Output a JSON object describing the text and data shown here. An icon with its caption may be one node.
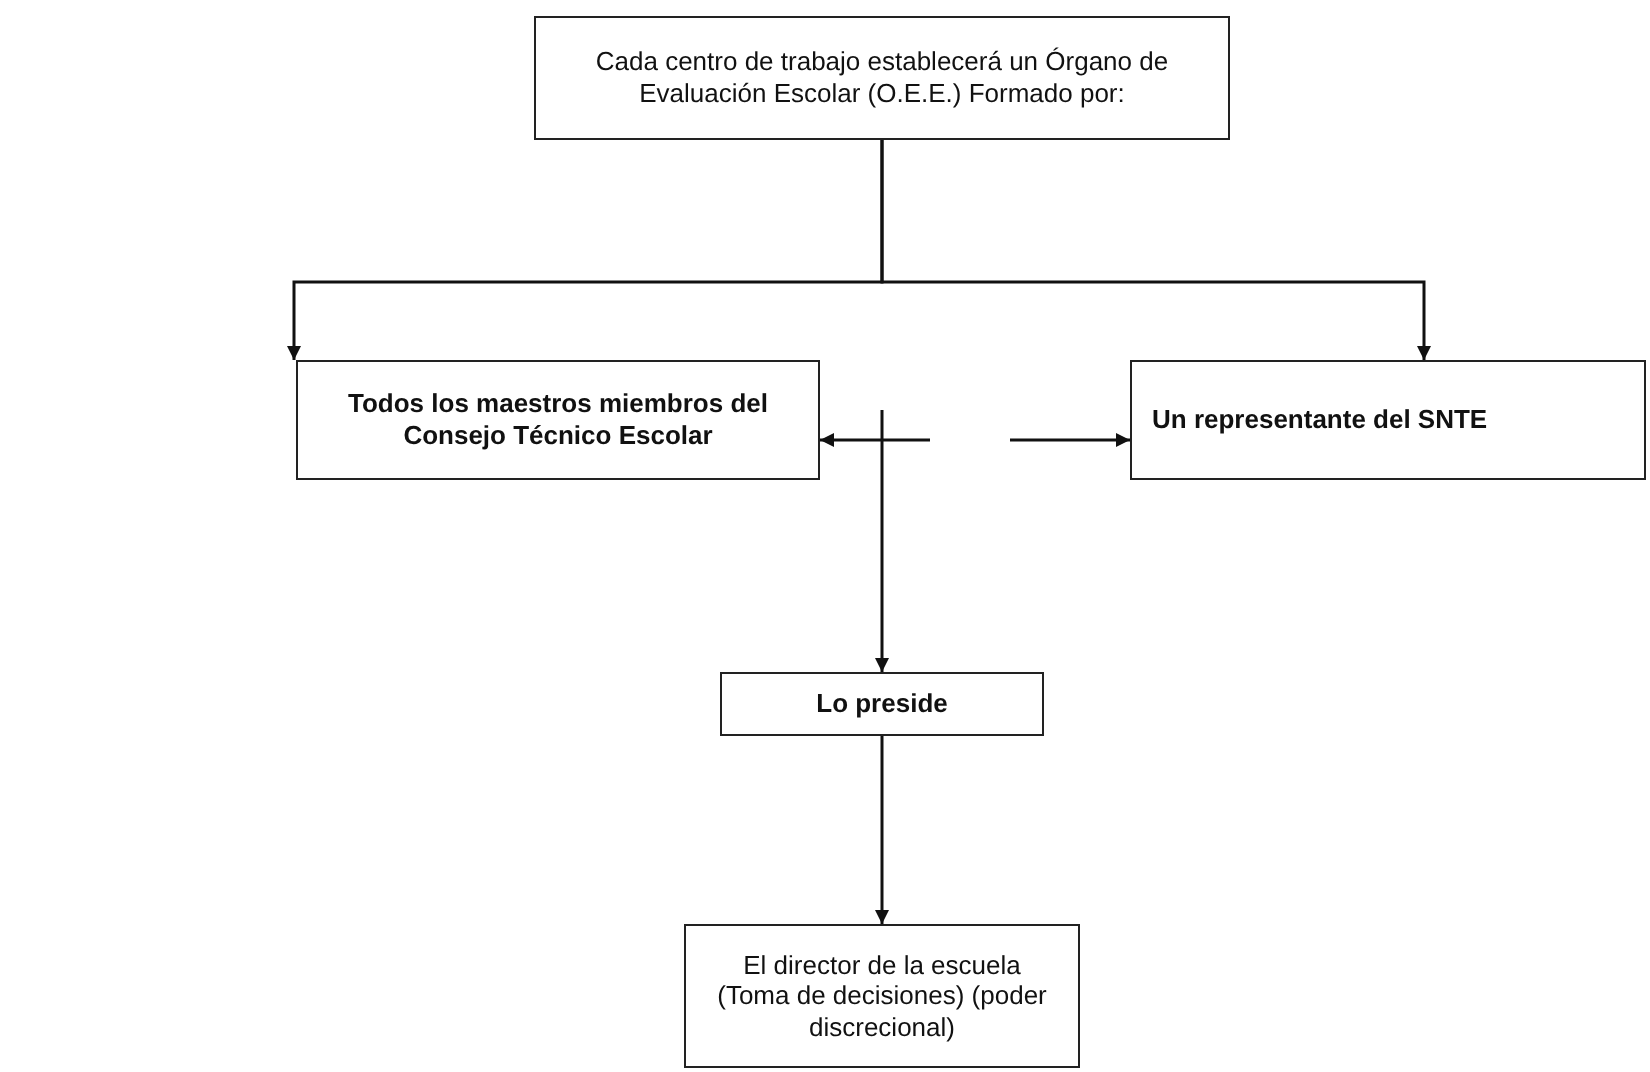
{
  "diagram": {
    "nodes": [
      {
        "text": [
          "Cada centro de trabajo establecerá un Órgano de Evaluación Escolar (O.E.E.) Formado por:"
        ]
      },
      {
        "text": [
          "Todos los maestros miembros del Consejo Técnico Escolar"
        ]
      },
      {
        "text": [
          "Un representante del SNTE"
        ]
      },
      {
        "text": [
          "Lo preside"
        ]
      },
      {
        "text": [
          "El director de la escuela (Toma de decisiones) (poder discrecional)"
        ]
      }
    ],
    "edges": [
      {
        "from": 0,
        "to": 1,
        "arrow": "to"
      },
      {
        "from": 0,
        "to": 2,
        "arrow": "to"
      },
      {
        "from": null,
        "to": 1,
        "arrow": "to"
      },
      {
        "from": null,
        "to": 2,
        "arrow": "to"
      },
      {
        "from": null,
        "to": 3,
        "arrow": "to"
      },
      {
        "from": 3,
        "to": 4,
        "arrow": "to"
      }
    ]
  }
}
